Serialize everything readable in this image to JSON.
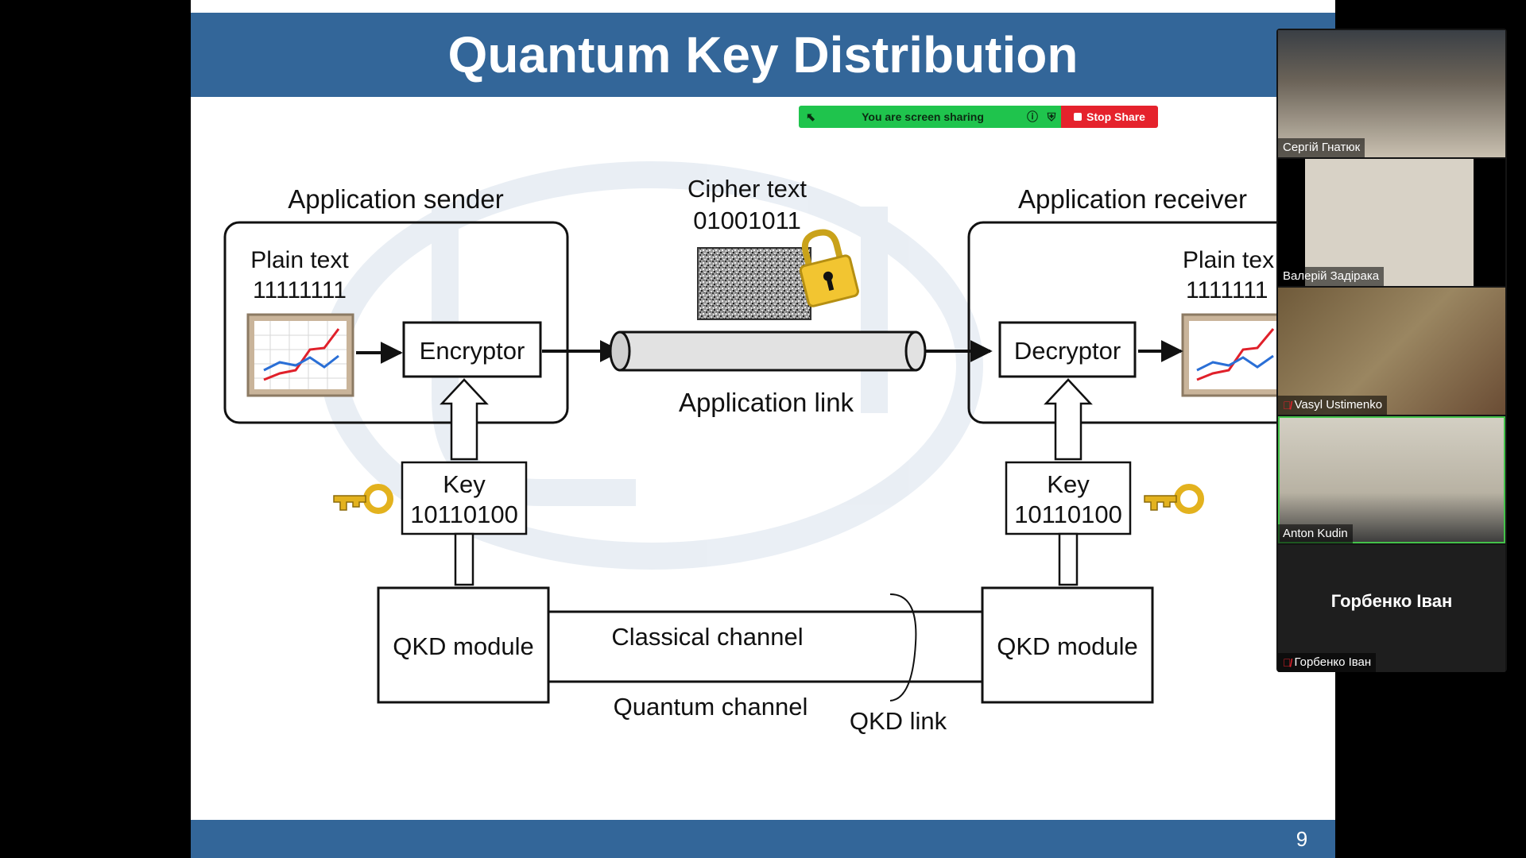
{
  "slide": {
    "title": "Quantum Key Distribution",
    "page_number": "9"
  },
  "diagram": {
    "sender_title": "Application sender",
    "receiver_title": "Application receiver",
    "plain_text_label": "Plain text",
    "plain_text_value": "11111111",
    "receiver_plain_label": "Plain tex",
    "receiver_plain_value": "1111111",
    "cipher_label": "Cipher text",
    "cipher_value": "01001011",
    "encryptor": "Encryptor",
    "decryptor": "Decryptor",
    "app_link": "Application link",
    "key_label": "Key",
    "key_value": "10110100",
    "qkd_module": "QKD module",
    "classical_channel": "Classical channel",
    "quantum_channel": "Quantum channel",
    "qkd_link": "QKD link"
  },
  "share_bar": {
    "status_text": "You are screen sharing",
    "stop_label": "Stop Share",
    "colors": {
      "status": "#1fc44d",
      "stop": "#e5222c"
    }
  },
  "participants": [
    {
      "name": "Сергій Гнатюк",
      "muted": false,
      "video": true
    },
    {
      "name": "Валерій Задірака",
      "muted": false,
      "video": true
    },
    {
      "name": "Vasyl  Ustimenko",
      "muted": true,
      "video": true
    },
    {
      "name": "Anton Kudin",
      "muted": false,
      "video": true,
      "active_speaker": true
    },
    {
      "name": "Горбенко Іван",
      "display_name": "Горбенко Іван",
      "muted": true,
      "video": false
    }
  ],
  "theme": {
    "slide_bar": "#336699",
    "active_speaker": "#44c24a"
  }
}
